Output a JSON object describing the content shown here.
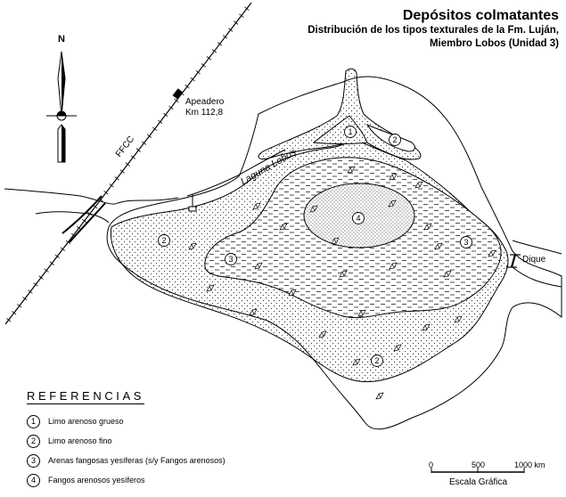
{
  "title": "Depósitos colmatantes",
  "subtitle_lines": [
    "Distribución de los tipos texturales de la Fm. Luján,",
    "Miembro Lobos (Unidad 3)"
  ],
  "north_label": "N",
  "labels": {
    "railway": "FFCC",
    "station_line1": "Apeadero",
    "station_line2": "Km 112,8",
    "lagoon": "Laguna Lobos",
    "dam": "Dique"
  },
  "legend": {
    "title": "REFERENCIAS",
    "items": [
      {
        "num": "1",
        "text": "Limo arenoso grueso"
      },
      {
        "num": "2",
        "text": "Limo arenoso fino"
      },
      {
        "num": "3",
        "text": "Arenas fangosas yesíferas (s/y Fangos arenosos)"
      },
      {
        "num": "4",
        "text": "Fangos arenosos yesíferos"
      }
    ]
  },
  "scale": {
    "ticks": [
      "0",
      "500",
      "1000 km"
    ],
    "caption": "Escala Gráfica"
  },
  "zone_markers": [
    "1",
    "2",
    "2",
    "2",
    "3",
    "3",
    "4"
  ]
}
